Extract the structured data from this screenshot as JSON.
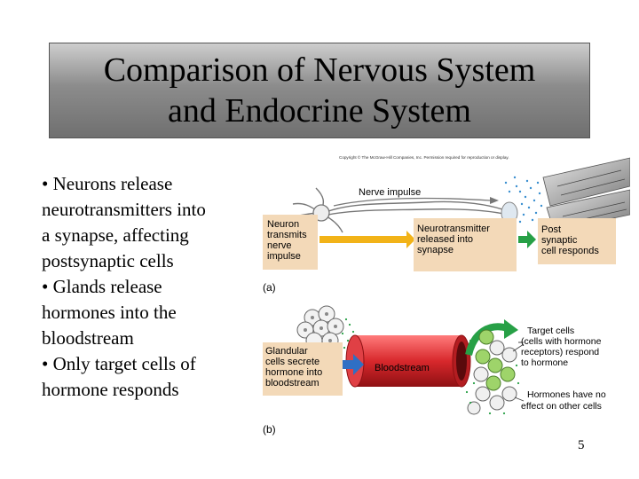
{
  "title": {
    "line1": "Comparison of Nervous System",
    "line2": "and Endocrine System"
  },
  "bullets": [
    "• Neurons release",
    "neurotransmitters into",
    "a synapse, affecting",
    "postsynaptic cells",
    "• Glands release",
    "hormones into the",
    "bloodstream",
    "• Only target cells of",
    "hormone responds"
  ],
  "figure": {
    "copyright": "Copyright © The McGraw-Hill Companies, Inc. Permission required for reproduction or display.",
    "part_a": {
      "label": "(a)",
      "nerve_impulse": "Nerve impulse",
      "box1": [
        "Neuron",
        "transmits",
        "nerve",
        "impulse"
      ],
      "box2": [
        "Neurotransmitter",
        "released into",
        "synapse"
      ],
      "box3": [
        "Post",
        "synaptic",
        "cell responds"
      ]
    },
    "part_b": {
      "label": "(b)",
      "box1": [
        "Glandular",
        "cells secrete",
        "hormone into",
        "bloodstream"
      ],
      "bloodstream": "Bloodstream",
      "target_text": [
        "Target cells",
        "(cells with hormone",
        "receptors) respond",
        "to hormone"
      ],
      "no_effect_text": [
        "Hormones have no",
        "effect on other cells"
      ]
    },
    "colors": {
      "box_fill": "#f3d9b8",
      "arrow_yellow": "#f2b318",
      "arrow_blue": "#2f6fc4",
      "vessel_red": "#d8282c",
      "arrow_green": "#27a046"
    }
  },
  "page_number": "5"
}
